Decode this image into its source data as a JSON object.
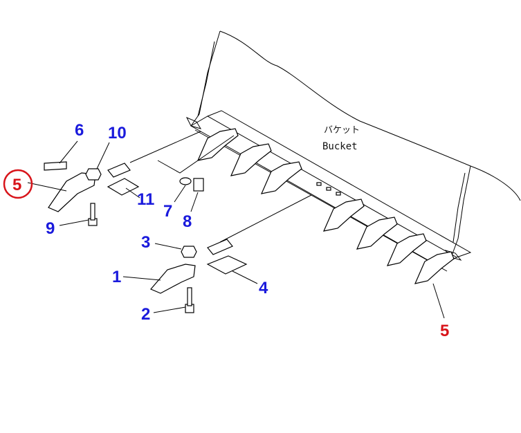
{
  "diagram": {
    "bucket_label_jp": "バケット",
    "bucket_label_en": "Bucket",
    "callouts": {
      "c1": "1",
      "c2": "2",
      "c3": "3",
      "c4": "4",
      "c5_left": "5",
      "c5_right": "5",
      "c6": "6",
      "c7": "7",
      "c8": "8",
      "c9": "9",
      "c10": "10",
      "c11": "11"
    },
    "colors": {
      "callout_blue": "#1a1adc",
      "callout_red": "#d8141a",
      "line": "#000000"
    }
  }
}
